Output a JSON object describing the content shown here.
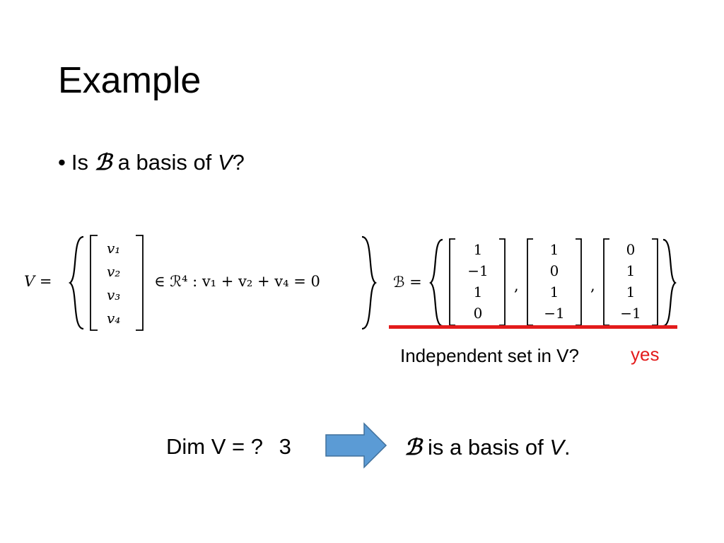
{
  "slide": {
    "title": "Example",
    "bullet": {
      "marker": "•",
      "prefix": "Is",
      "symbol": "ℬ",
      "middle": "a basis of",
      "var": "V",
      "suffix": "?"
    }
  },
  "math": {
    "v_def": {
      "lhs": "V =",
      "entries": [
        "v₁",
        "v₂",
        "v₃",
        "v₄"
      ],
      "condition": "∈ ℛ⁴ : v₁ + v₂ + v₄ = 0"
    },
    "b_def": {
      "lhs": "ℬ =",
      "vectors": [
        [
          "1",
          "−1",
          "1",
          "0"
        ],
        [
          "1",
          "0",
          "1",
          "−1"
        ],
        [
          "0",
          "1",
          "1",
          "−1"
        ]
      ],
      "separator": ","
    }
  },
  "annotation": {
    "question": "Independent set in V?",
    "answer": "yes",
    "underline_color": "#e31b1b",
    "answer_color": "#e31b1b"
  },
  "dimension": {
    "question": "Dim V = ?",
    "answer": "3"
  },
  "arrow": {
    "color": "#5b9bd5",
    "outline": "#41719c"
  },
  "conclusion": {
    "symbol": "ℬ",
    "text": "is a basis of",
    "var": "V",
    "end": "."
  }
}
